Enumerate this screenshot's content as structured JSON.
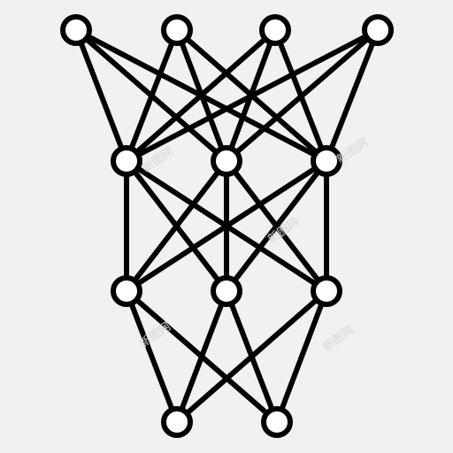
{
  "icon": {
    "name": "neural-network-icon",
    "stroke_color": "#000000",
    "node_fill": "#ffffff",
    "background": "#f1f1f1"
  },
  "watermarks": [
    {
      "text": "新图网"
    },
    {
      "text": "新图网"
    },
    {
      "text": "新图网"
    },
    {
      "text": "新图网"
    },
    {
      "text": "新图网"
    }
  ]
}
